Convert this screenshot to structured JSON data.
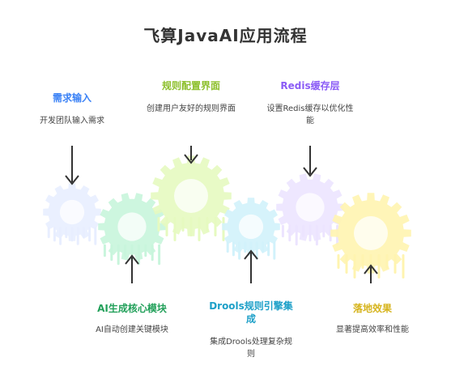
{
  "title": "飞算JavaAI应用流程",
  "steps": [
    {
      "label": "需求输入",
      "desc": "开发团队输入需求",
      "color": "#3b82f6",
      "gear": "#e8eeff"
    },
    {
      "label": "AI生成核心模块",
      "desc": "AI自动创建关键模块",
      "color": "#22a05a",
      "gear": "#c8f5dc"
    },
    {
      "label": "规则配置界面",
      "desc": "创建用户友好的规则界面",
      "color": "#8cbf2a",
      "gear": "#e6fac0"
    },
    {
      "label": "Drools规则引擎集成",
      "desc": "集成Drools处理复杂规则",
      "color": "#1ea0c8",
      "gear": "#d2f2fb"
    },
    {
      "label": "Redis缓存层",
      "desc": "设置Redis缓存以优化性能",
      "color": "#8b5cf6",
      "gear": "#ece4ff"
    },
    {
      "label": "落地效果",
      "desc": "显著提高效率和性能",
      "color": "#d6b41e",
      "gear": "#fff4b0"
    }
  ]
}
